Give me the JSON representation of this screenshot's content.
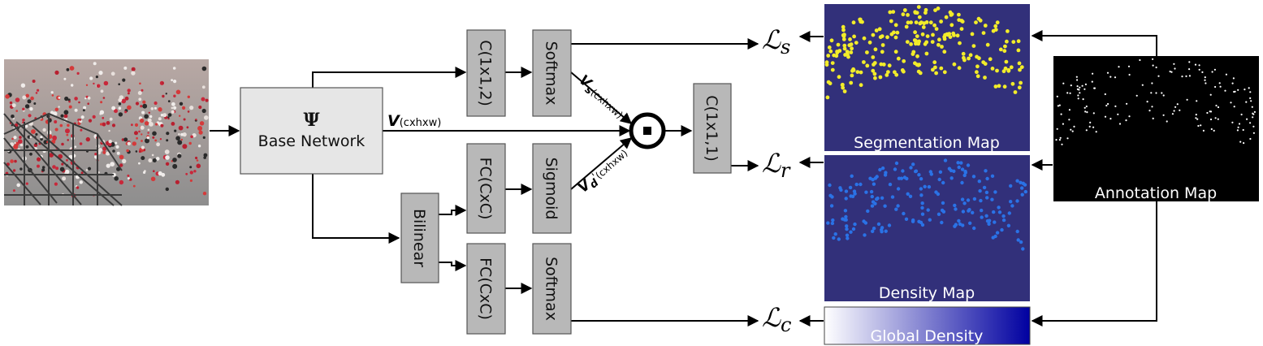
{
  "base_network": {
    "symbol": "Ψ",
    "label": "Base Network"
  },
  "blocks": {
    "conv_seg": "C(1x1,2)",
    "softmax_seg": "Softmax",
    "fc_density": "FC(CxC)",
    "sigmoid": "Sigmoid",
    "bilinear": "Bilinear",
    "fc_count": "FC(CxC)",
    "softmax_count": "Softmax",
    "conv_out": "C(1x1,1)"
  },
  "vectors": {
    "v_main": {
      "base": "V",
      "sub": "(cxhxw)"
    },
    "v_s": {
      "base": "V",
      "letter": "s",
      "sub": "(cxhxw)"
    },
    "v_d": {
      "base": "V",
      "letter": "d",
      "prime": "'",
      "sub": "(cxhxw)"
    }
  },
  "operator": "·",
  "losses": {
    "seg": {
      "symbol": "ℒ",
      "sub": "s"
    },
    "reg": {
      "symbol": "ℒ",
      "sub": "r"
    },
    "cls": {
      "symbol": "ℒ",
      "sub": "c"
    }
  },
  "maps": {
    "segmentation": "Segmentation Map",
    "density": "Density Map",
    "global": "Global Density",
    "annotation": "Annotation Map"
  },
  "colors": {
    "block_fill": "#b8b8b8",
    "base_fill": "#e6e6e6",
    "map_background": "#32307a",
    "segmentation_dots": "#f2ec2a",
    "density_dots": "#2a72e6",
    "annotation_background": "#000000",
    "global_gradient_start": "#ffffff",
    "global_gradient_end": "#0000a0"
  }
}
